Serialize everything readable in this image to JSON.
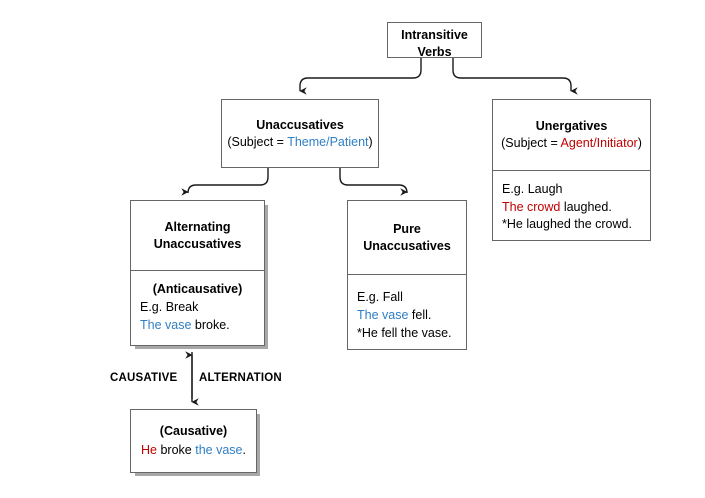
{
  "diagram": {
    "title_node": {
      "id": "intransitive-verbs",
      "line1": "Intransitive",
      "line2": "Verbs"
    },
    "unaccusatives": {
      "heading": "Unaccusatives",
      "subject_prefix": "(Subject = ",
      "subject_role": "Theme/Patient",
      "subject_suffix": ")"
    },
    "unergatives": {
      "heading": "Unergatives",
      "subject_prefix": "(Subject = ",
      "subject_role": "Agent/Initiator",
      "subject_suffix": ")",
      "example_label": "E.g. Laugh",
      "grammatical_subject": "The crowd",
      "grammatical_rest": " laughed.",
      "ungrammatical": "*He laughed the crowd."
    },
    "alternating_unaccusatives": {
      "heading_line1": "Alternating",
      "heading_line2": "Unaccusatives",
      "type_label": "(Anticausative)",
      "example_label": "E.g. Break",
      "grammatical_subject": "The vase",
      "grammatical_rest": " broke."
    },
    "pure_unaccusatives": {
      "heading_line1": "Pure",
      "heading_line2": "Unaccusatives",
      "example_label": "E.g. Fall",
      "grammatical_subject": "The vase",
      "grammatical_rest": " fell.",
      "ungrammatical": "*He fell the vase."
    },
    "causative": {
      "type_label": "(Causative)",
      "agent": "He",
      "verb": " broke ",
      "theme": "the vase",
      "period": "."
    },
    "alternation_label": {
      "left": "CAUSATIVE",
      "right": "ALTERNATION"
    },
    "colors": {
      "theme_blue": "#2f7fc4",
      "agent_red": "#c00000",
      "box_border": "#666666",
      "shadow": "#a8a8a8",
      "edge": "#1a1a1a"
    }
  }
}
